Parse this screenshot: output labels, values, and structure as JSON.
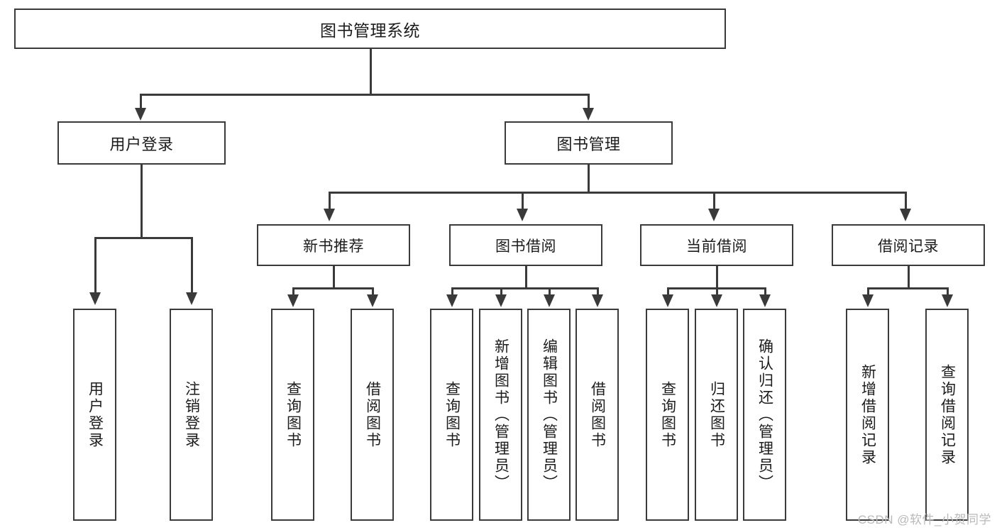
{
  "diagram": {
    "title": "图书管理系统",
    "type": "tree",
    "watermark": "CSDN @软件_小贺同学",
    "colors": {
      "border": "#3a3a3a",
      "background": "#ffffff",
      "text": "#1c1c1c",
      "watermark": "#b9b9b9"
    },
    "root": {
      "label": "图书管理系统"
    },
    "level2": [
      {
        "label": "用户登录"
      },
      {
        "label": "图书管理"
      }
    ],
    "level3": [
      {
        "label": "新书推荐"
      },
      {
        "label": "图书借阅"
      },
      {
        "label": "当前借阅"
      },
      {
        "label": "借阅记录"
      }
    ],
    "leaves": {
      "user_login": [
        {
          "label": "用户登录"
        },
        {
          "label": "注销登录"
        }
      ],
      "new_book_recommend": [
        {
          "label": "查询图书"
        },
        {
          "label": "借阅图书"
        }
      ],
      "book_borrow": [
        {
          "label": "查询图书"
        },
        {
          "label": "新增图书（管理员）"
        },
        {
          "label": "编辑图书（管理员）"
        },
        {
          "label": "借阅图书"
        }
      ],
      "current_borrow": [
        {
          "label": "查询图书"
        },
        {
          "label": "归还图书"
        },
        {
          "label": "确认归还（管理员）"
        }
      ],
      "borrow_records": [
        {
          "label": "新增借阅记录"
        },
        {
          "label": "查询借阅记录"
        }
      ]
    }
  }
}
